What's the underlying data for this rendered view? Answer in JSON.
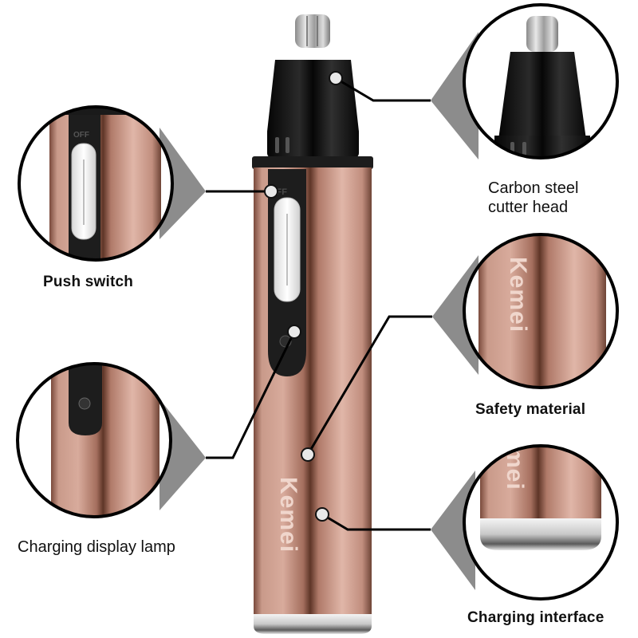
{
  "product": {
    "brand": "Kemei",
    "type": "nose hair trimmer",
    "switch_marking": "OFF"
  },
  "callouts": [
    {
      "id": "cutter-head",
      "label": "Carbon steel\ncutter head",
      "lines": [
        "Carbon steel",
        "cutter head"
      ],
      "position": "top-right"
    },
    {
      "id": "push-switch",
      "label": "Push switch",
      "position": "top-left"
    },
    {
      "id": "safety-material",
      "label": "Safety material",
      "position": "middle-right"
    },
    {
      "id": "charging-lamp",
      "label": "Charging display lamp",
      "position": "bottom-left"
    },
    {
      "id": "charging-interface",
      "label": "Charging interface",
      "position": "bottom-right"
    }
  ],
  "colors": {
    "background": "#ffffff",
    "body_rose_gold": "#c9988a",
    "body_dark_stripe": "#6e4436",
    "cap_black": "#1a1a1a",
    "callout_wedge": "#8c8c8c",
    "leader_line": "#000000",
    "marker_dot": "#e6e6e6"
  }
}
